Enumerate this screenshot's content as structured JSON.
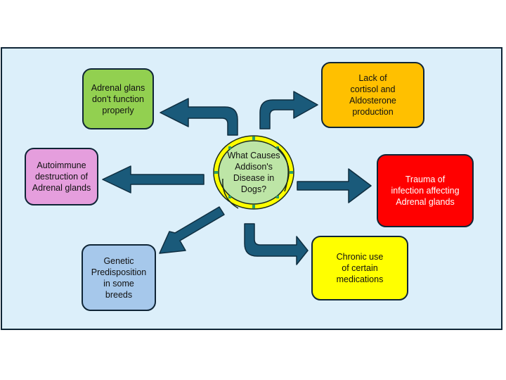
{
  "diagram": {
    "center": {
      "label": "What Causes\nAddison's\nDisease in\nDogs?",
      "fill": "#bde5a6",
      "ring": "#ffff00"
    },
    "causes": [
      {
        "id": "adrenal-glands-function",
        "label": "Adrenal glans\ndon't function\nproperly",
        "fill": "#92d050",
        "text_color": "#111111"
      },
      {
        "id": "lack-cortisol",
        "label": "Lack of\ncortisol and\nAldosterone\nproduction",
        "fill": "#ffc000",
        "text_color": "#111111"
      },
      {
        "id": "autoimmune",
        "label": "Autoimmune\ndestruction of\nAdrenal glands",
        "fill": "#e59edd",
        "text_color": "#111111"
      },
      {
        "id": "trauma-infection",
        "label": "Trauma of\ninfection affecting\nAdrenal glands",
        "fill": "#ff0000",
        "text_color": "#ffffff"
      },
      {
        "id": "genetic",
        "label": "Genetic\nPredisposition\nin some\nbreeds",
        "fill": "#a6c8eb",
        "text_color": "#111111"
      },
      {
        "id": "medications",
        "label": "Chronic use\nof certain\nmedications",
        "fill": "#ffff00",
        "text_color": "#111111"
      }
    ],
    "arrow_color": "#1a5a7a",
    "panel_background": "#dceffa"
  }
}
